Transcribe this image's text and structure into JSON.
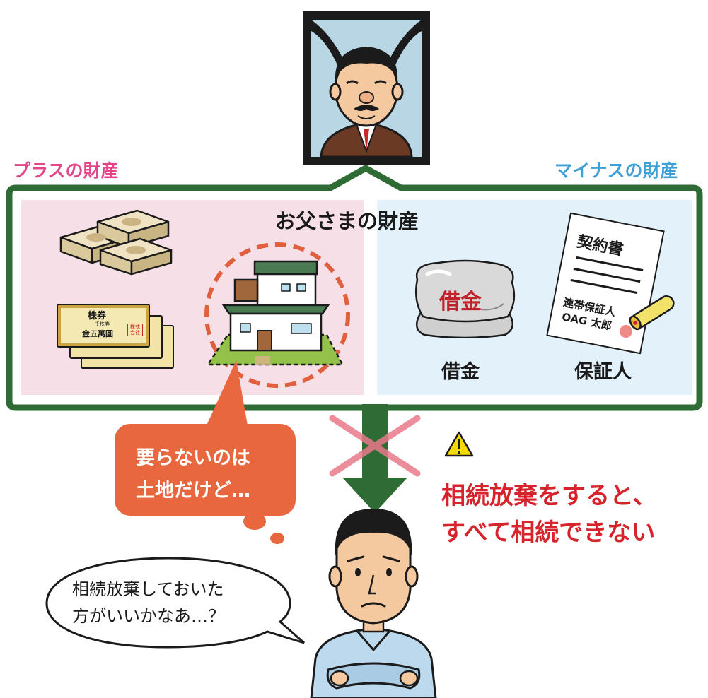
{
  "header": {
    "plus_label": "プラスの財産",
    "minus_label": "マイナスの財産",
    "estate_title": "お父さまの財産"
  },
  "plus_assets": {
    "stock_certificate_title": "株券",
    "stock_certificate_sub": "千株券",
    "stock_certificate_amount": "金五萬圓",
    "stock_certificate_seal": "株式会社"
  },
  "minus_assets": {
    "debt_bag_text": "借金",
    "debt_label": "借金",
    "contract_title": "契約書",
    "contract_line1": "連帯保証人",
    "contract_line2": "OAG 太郎",
    "guarantor_label": "保証人"
  },
  "thought_bubble": {
    "line1": "要らないのは",
    "line2": "土地だけど…"
  },
  "speech_bubble": {
    "line1": "相続放棄しておいた",
    "line2": "方がいいかなあ…？"
  },
  "warning": {
    "line1": "相続放棄をすると、",
    "line2": "すべて相続できない"
  },
  "colors": {
    "green_frame": "#2f6b35",
    "plus_bg": "#f7dfe8",
    "minus_bg": "#e3f1fb",
    "plus_text": "#e4468a",
    "minus_text": "#3fa0d6",
    "warning_red": "#d7242c",
    "bubble_orange": "#e8673e",
    "dashed_circle": "#e05f3c",
    "cross": "#e87a8a"
  }
}
